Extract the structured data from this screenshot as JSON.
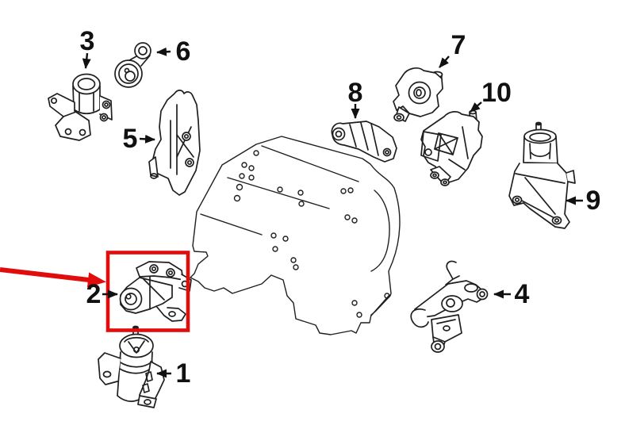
{
  "diagram": {
    "description": "Exploded line-art parts diagram of an engine block surrounded by ten numbered engine-mount components; component 2 is highlighted with a red box and a long red arrow entering from the left edge",
    "background_color": "#ffffff",
    "line_color": "#1f1f1f",
    "label_color": "#111111",
    "highlight_color": "#e10d0d",
    "highlighted_part": "2",
    "labels": [
      {
        "part": "1",
        "text": "1",
        "arrow": "left"
      },
      {
        "part": "2",
        "text": "2",
        "arrow": "right"
      },
      {
        "part": "3",
        "text": "3",
        "arrow": "down"
      },
      {
        "part": "4",
        "text": "4",
        "arrow": "left"
      },
      {
        "part": "5",
        "text": "5",
        "arrow": "right"
      },
      {
        "part": "6",
        "text": "6",
        "arrow": "left"
      },
      {
        "part": "7",
        "text": "7",
        "arrow": "down-left"
      },
      {
        "part": "8",
        "text": "8",
        "arrow": "down"
      },
      {
        "part": "9",
        "text": "9",
        "arrow": "left"
      },
      {
        "part": "10",
        "text": "10",
        "arrow": "down-left"
      }
    ]
  }
}
